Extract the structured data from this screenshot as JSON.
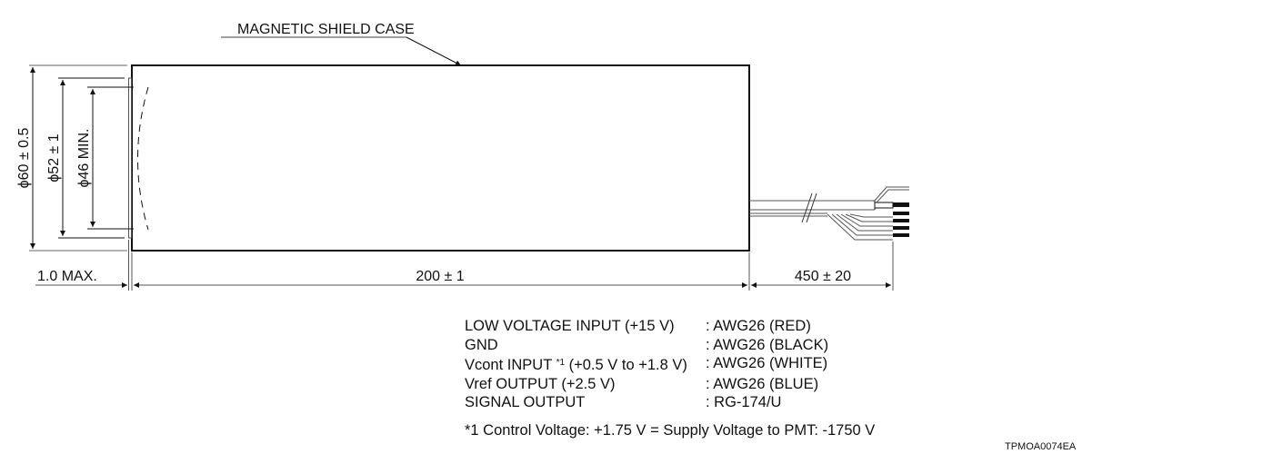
{
  "drawing": {
    "callout": "MAGNETIC SHIELD CASE",
    "dimensions": {
      "outer_diameter": "ϕ60 ± 0.5",
      "middle_diameter": "ϕ52 ± 1",
      "effective_diameter": "ϕ46 MIN.",
      "face_offset": "1.0 MAX.",
      "body_length": "200 ± 1",
      "cable_length": "450 ± 20"
    },
    "drawing_code": "TPMOA0074EA"
  },
  "connections": [
    {
      "name": "LOW VOLTAGE INPUT (+15 V)",
      "note": "",
      "suffix": "",
      "value": ": AWG26 (RED)"
    },
    {
      "name": "GND",
      "note": "",
      "suffix": "",
      "value": ": AWG26 (BLACK)"
    },
    {
      "name": "Vcont INPUT ",
      "note": "*1",
      "suffix": " (+0.5 V to +1.8 V)",
      "value": ": AWG26 (WHITE)"
    },
    {
      "name": "Vref OUTPUT (+2.5 V)",
      "note": "",
      "suffix": "",
      "value": ": AWG26 (BLUE)"
    },
    {
      "name": "SIGNAL OUTPUT",
      "note": "",
      "suffix": "",
      "value": ": RG-174/U"
    }
  ],
  "footnote": "*1  Control Voltage: +1.75 V = Supply Voltage to PMT: -1750 V"
}
